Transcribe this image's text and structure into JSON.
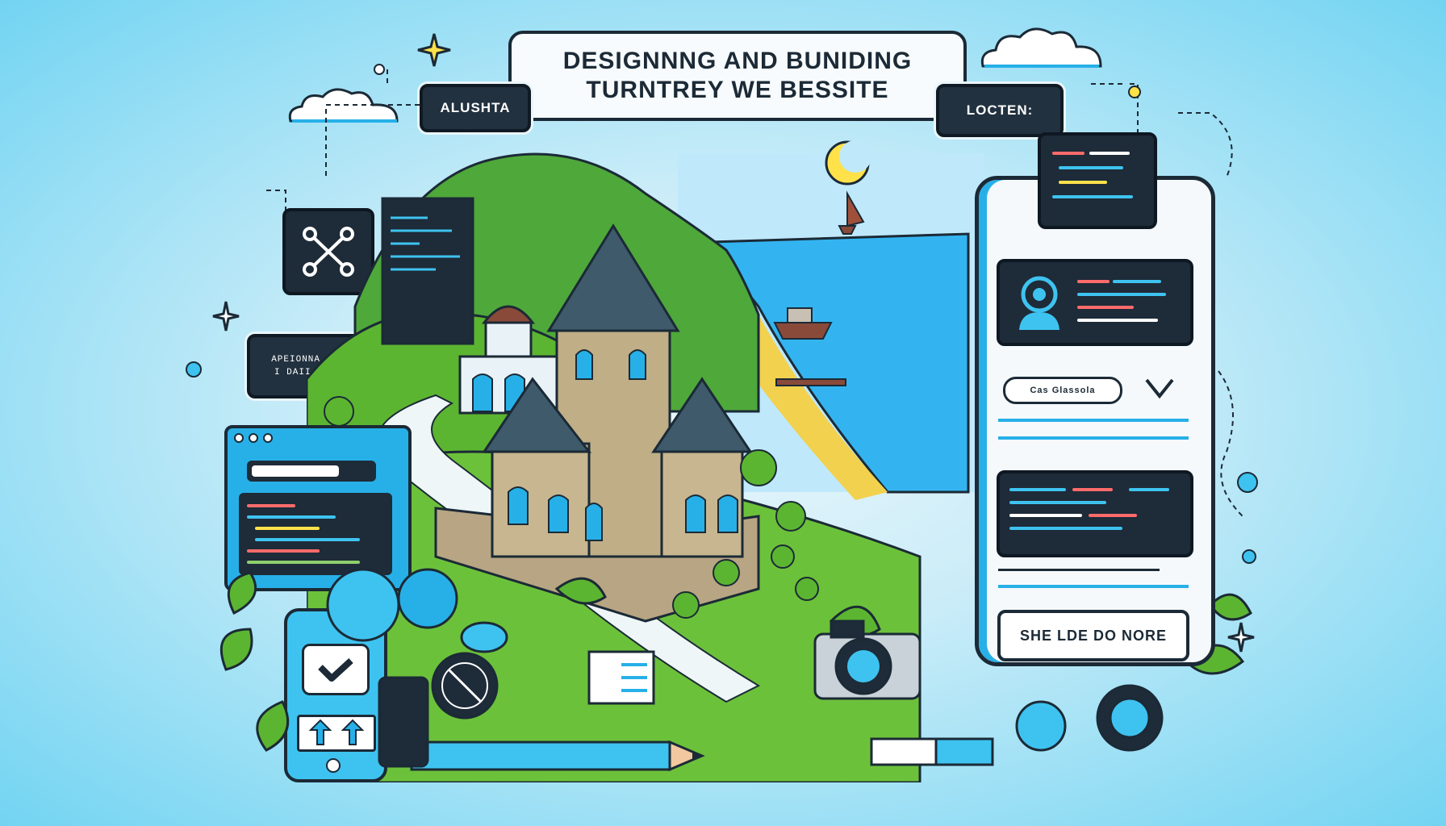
{
  "title": {
    "line1": "DESIGNNNG AND BUNIDING",
    "line2": "TURNTREY WE BESSITE"
  },
  "tags": {
    "left_location": "ALUSHTA",
    "right_location": "LOCTEN:",
    "side_note_line1": "APEIONNA CRALIGH",
    "side_note_line2": "I DAII AUKEOBIM"
  },
  "phone": {
    "small_label": "Cas Glassola",
    "more_button": "SHE LDE DO NORE"
  },
  "colors": {
    "accent": "#27b0e8",
    "dark": "#1e2b38",
    "grass": "#5cb531",
    "sea": "#33b4f0",
    "sand": "#f2d14f",
    "sun": "#ffe24a"
  },
  "icons": [
    "network-icon",
    "checkmark-icon",
    "up-arrow-icon",
    "camera-icon",
    "pencil-icon",
    "user-avatar-icon",
    "chevron-down-icon",
    "sparkle-icon",
    "cloud-icon",
    "sun-icon"
  ]
}
